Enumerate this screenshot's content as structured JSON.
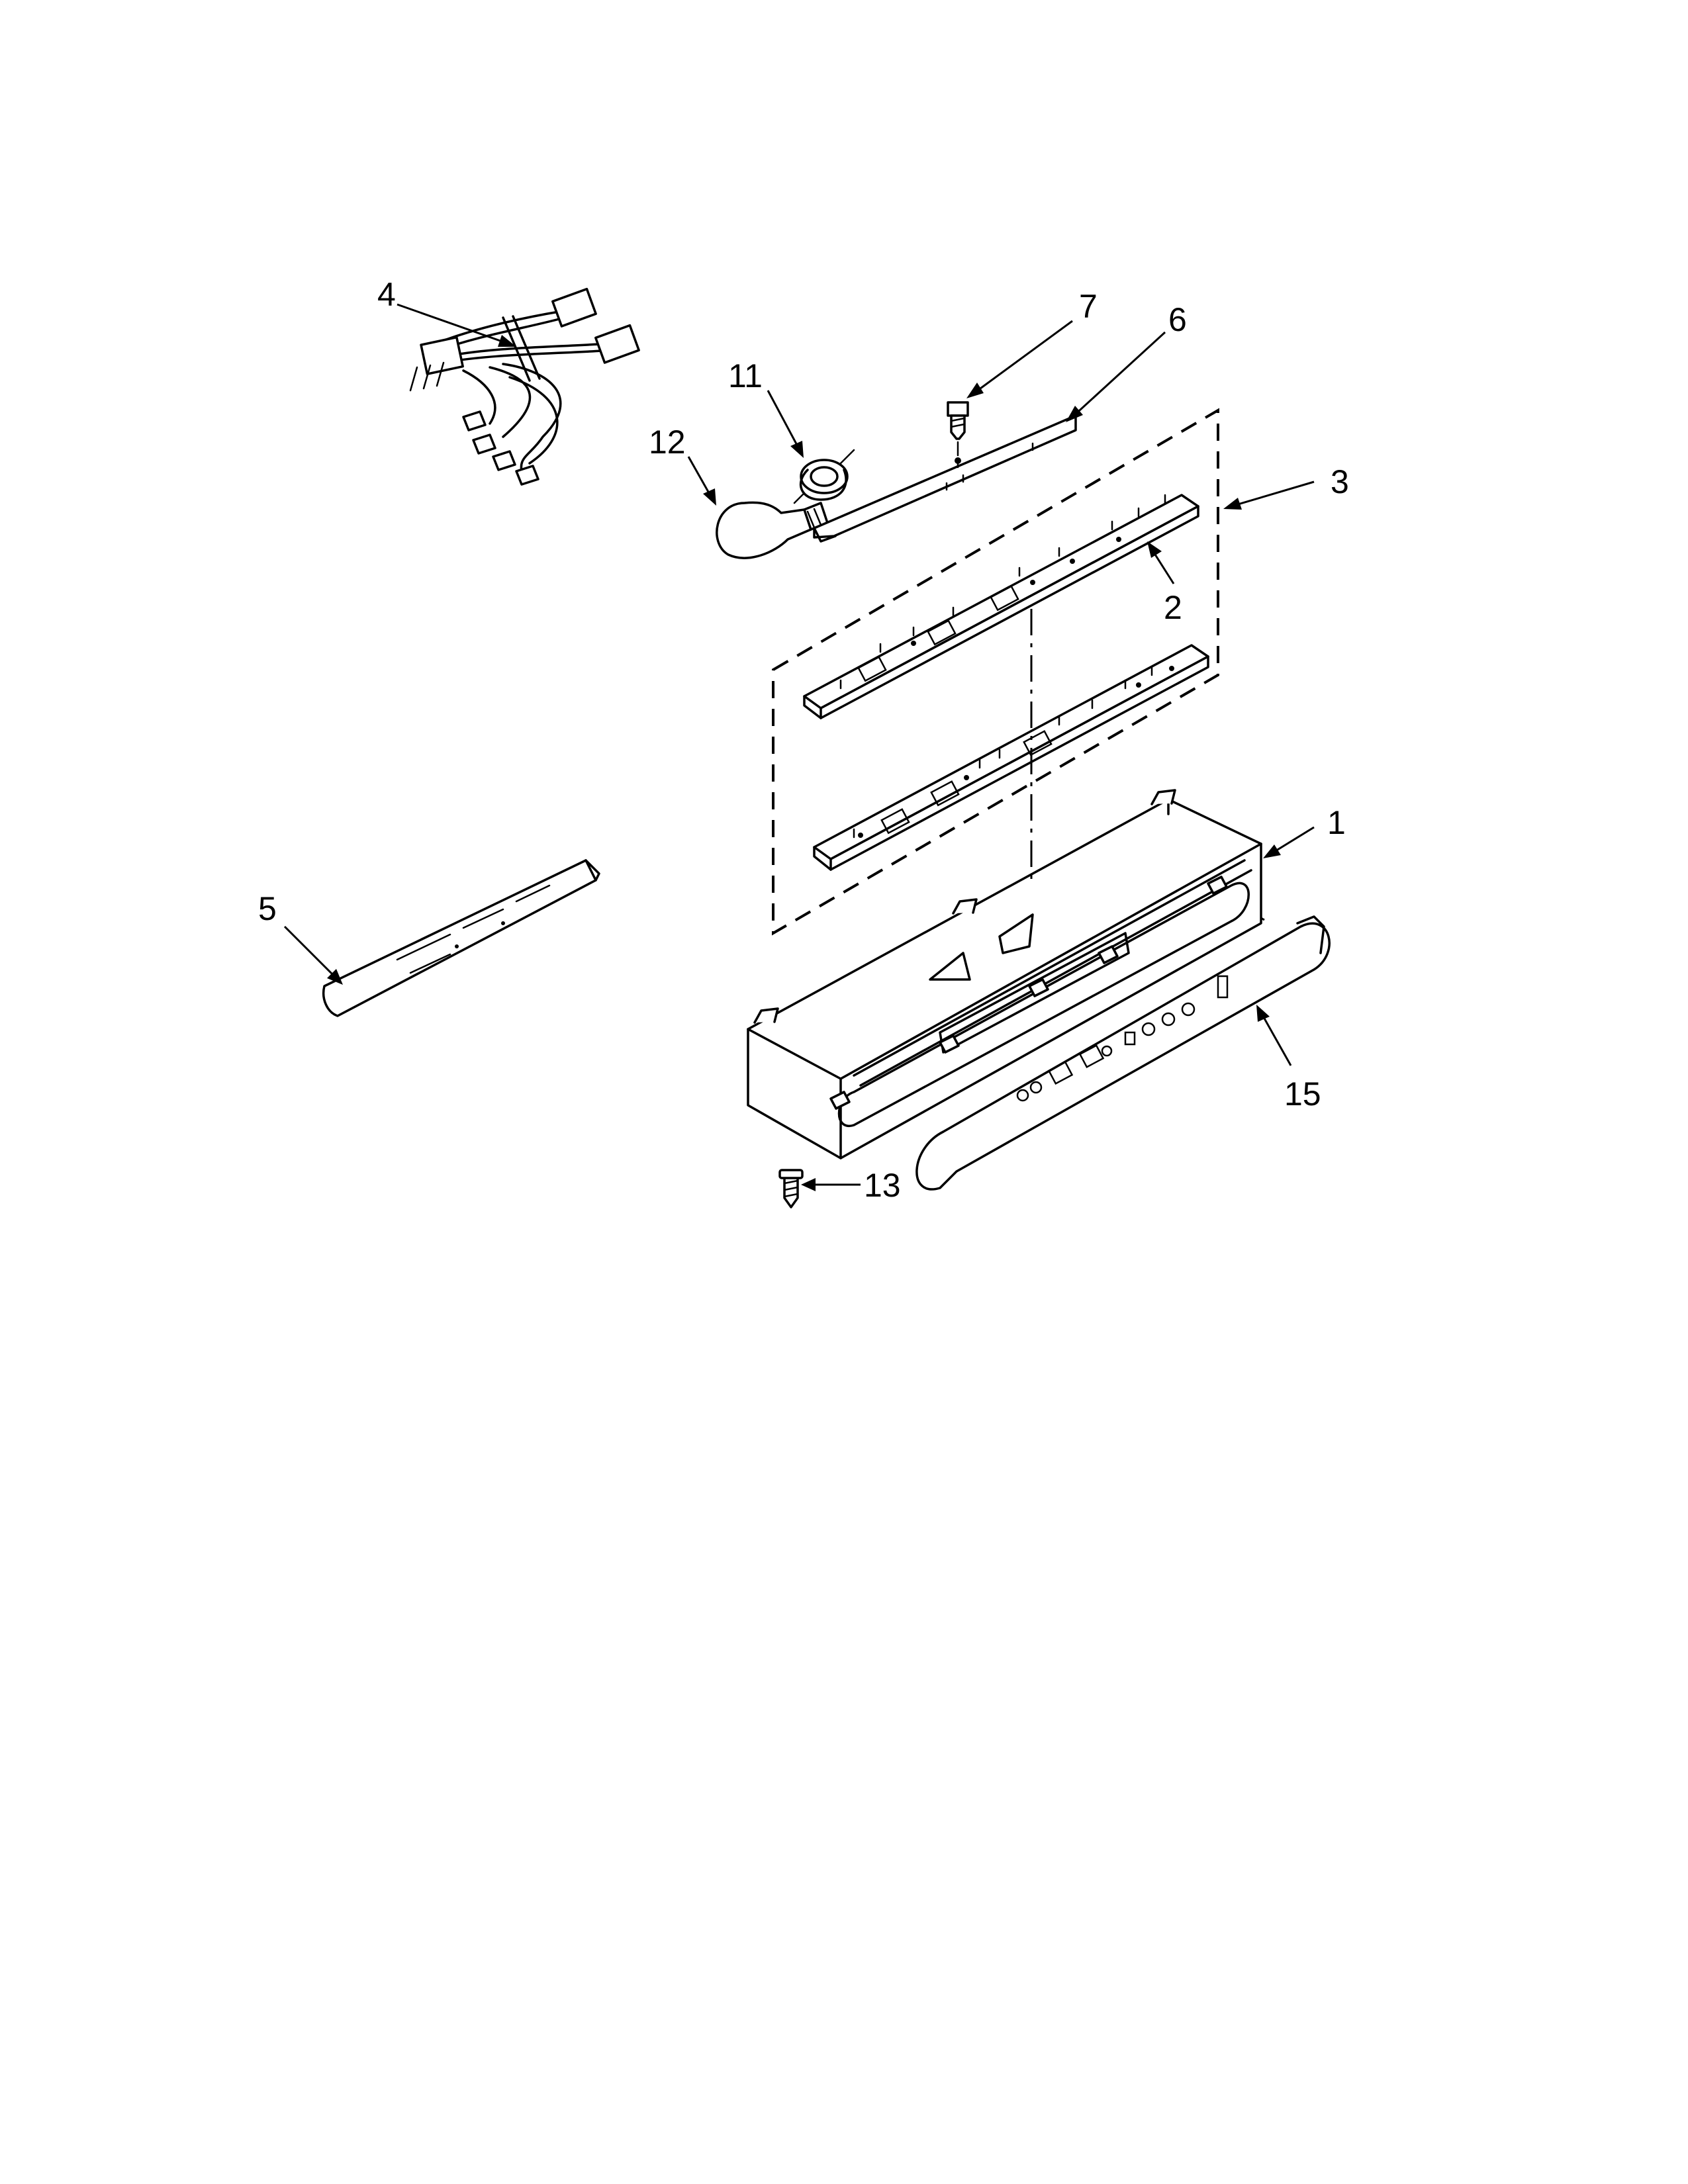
{
  "callouts": {
    "c1": "1",
    "c2": "2",
    "c3": "3",
    "c4": "4",
    "c5": "5",
    "c6": "6",
    "c7": "7",
    "c11": "11",
    "c12": "12",
    "c13": "13",
    "c15": "15"
  }
}
